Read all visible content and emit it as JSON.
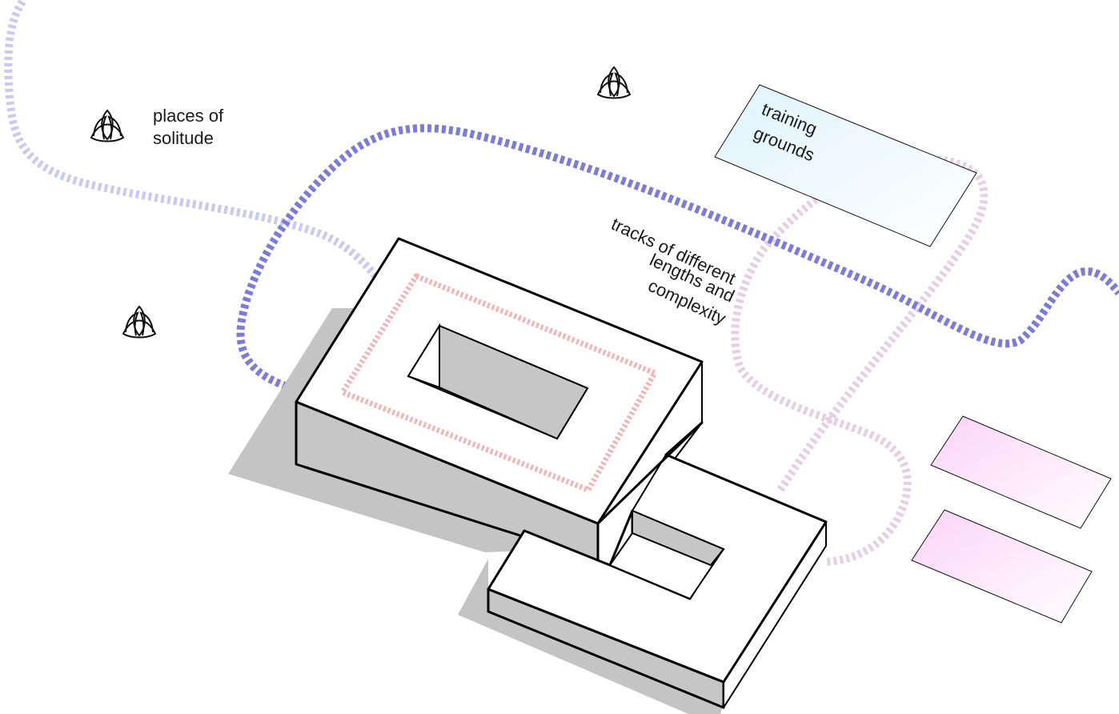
{
  "labels": {
    "solitude_line1": "places of",
    "solitude_line2": "solitude",
    "training_line1": "training",
    "training_line2": "grounds",
    "tracks_line1": "tracks of different",
    "tracks_line2": "lengths and",
    "tracks_line3": "complexity"
  },
  "icons": {
    "solitude_legend": "lotus-icon",
    "solitude_marker_top": "lotus-icon",
    "solitude_marker_left": "lotus-icon"
  },
  "colors": {
    "track_main": "#7b7bdc",
    "track_light": "#c9c9f2",
    "track_pink": "#e5cfe4",
    "track_red": "#f4b3b3",
    "training_fill": "#e3f6fd",
    "pink_pad_fill": "#f8d7f6",
    "shadow": "#c4c4c4",
    "building_side": "#c6c6c6"
  }
}
